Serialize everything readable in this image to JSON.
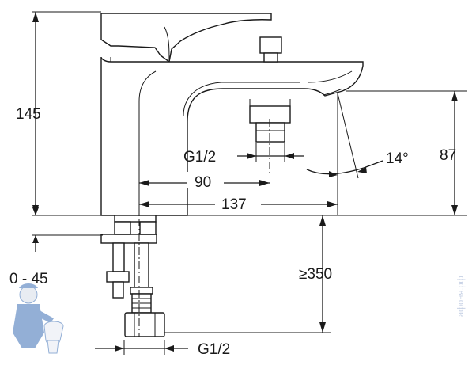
{
  "dimensions": {
    "height_total": "145",
    "spout_height": "87",
    "deck_thickness": "0 - 45",
    "min_clearance": "≥350",
    "thread_outlet": "G1/2",
    "thread_inlet": "G1/2",
    "outlet_distance": "90",
    "reach": "137",
    "spray_angle": "14°"
  },
  "watermark": "aфоня.рф",
  "colors": {
    "ink": "#1a1a1a",
    "mascot": "#3b6fb6"
  }
}
